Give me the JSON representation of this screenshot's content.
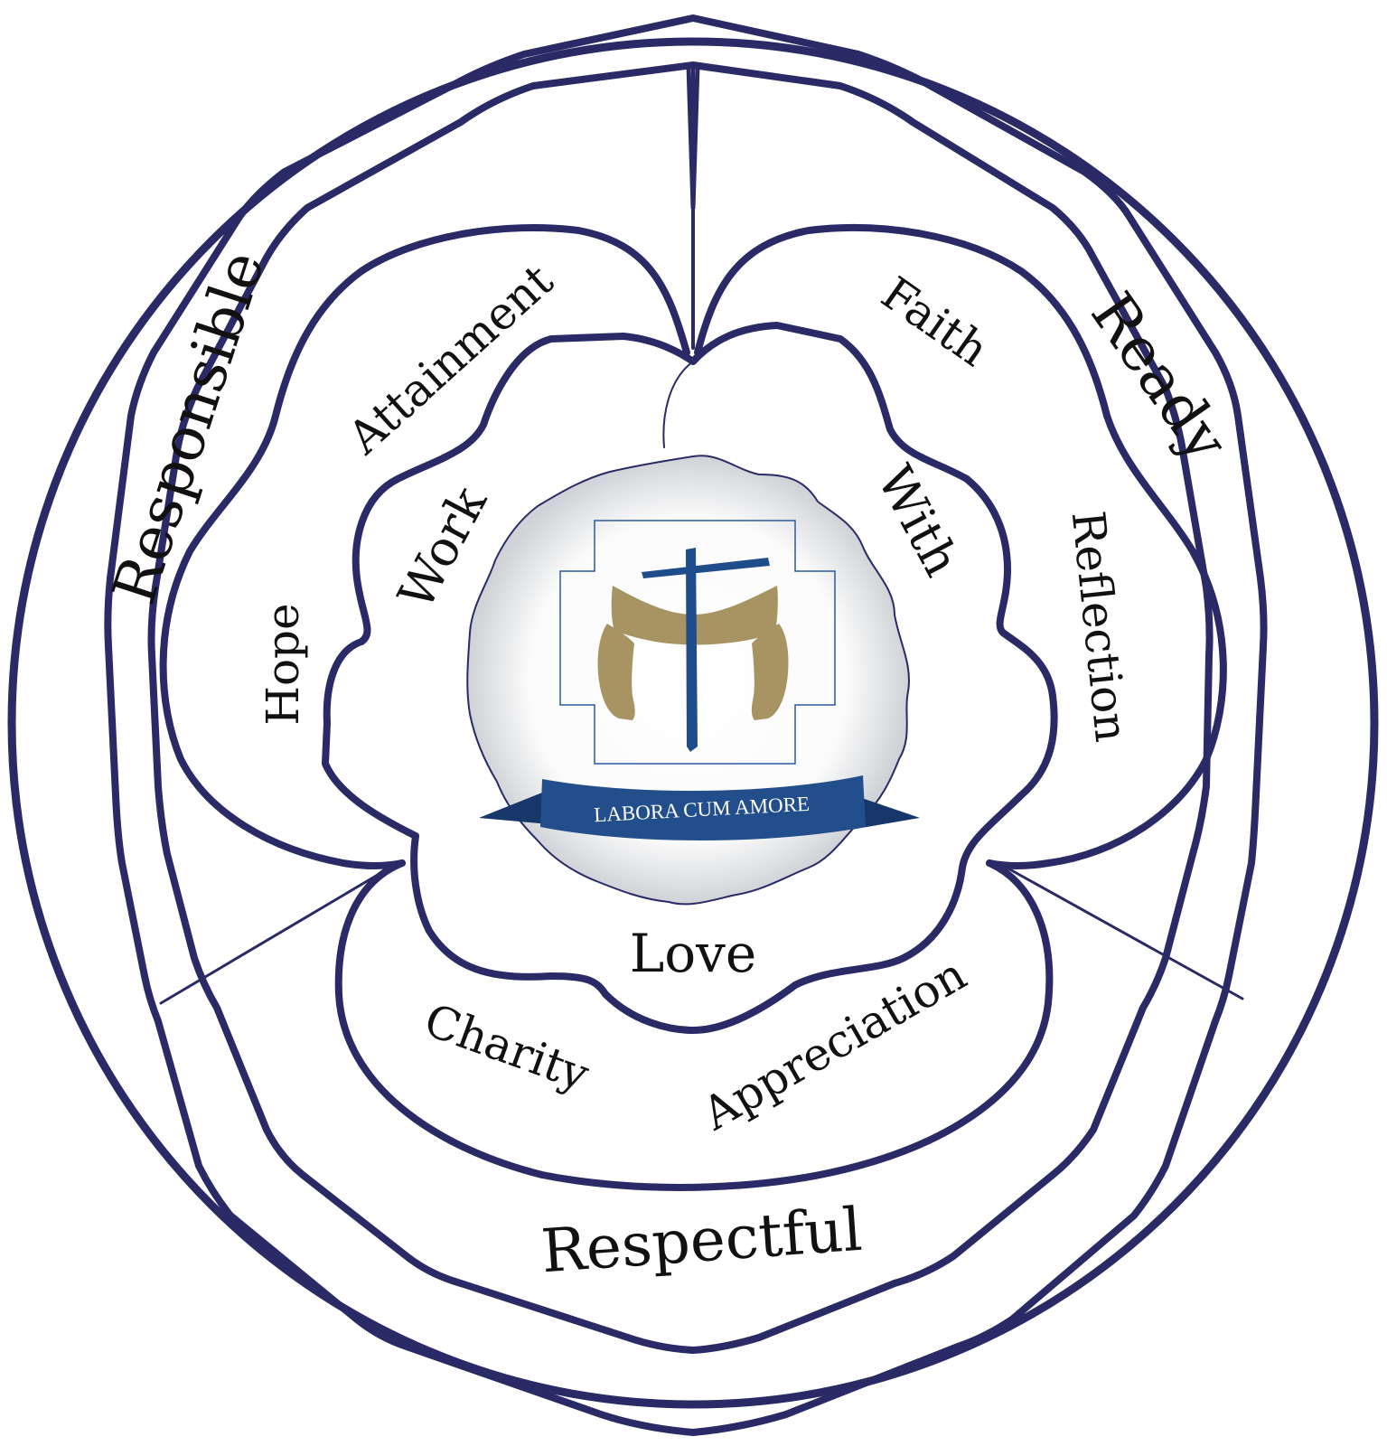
{
  "outer_ring": {
    "responsible": "Responsible",
    "ready": "Ready",
    "respectful": "Respectful"
  },
  "middle_ring": {
    "hope": "Hope",
    "attainment": "Attainment",
    "faith": "Faith",
    "reflection": "Reflection",
    "charity": "Charity",
    "appreciation": "Appreciation"
  },
  "inner_ring": {
    "work": "Work",
    "with": "With",
    "love": "Love"
  },
  "emblem": {
    "motto": "LABORA CUM AMORE"
  },
  "colors": {
    "outline": "#2a2a66",
    "cross": "#1f4c8a",
    "mantle": "#a89463",
    "banner": "#234e8c",
    "text": "#111111"
  }
}
